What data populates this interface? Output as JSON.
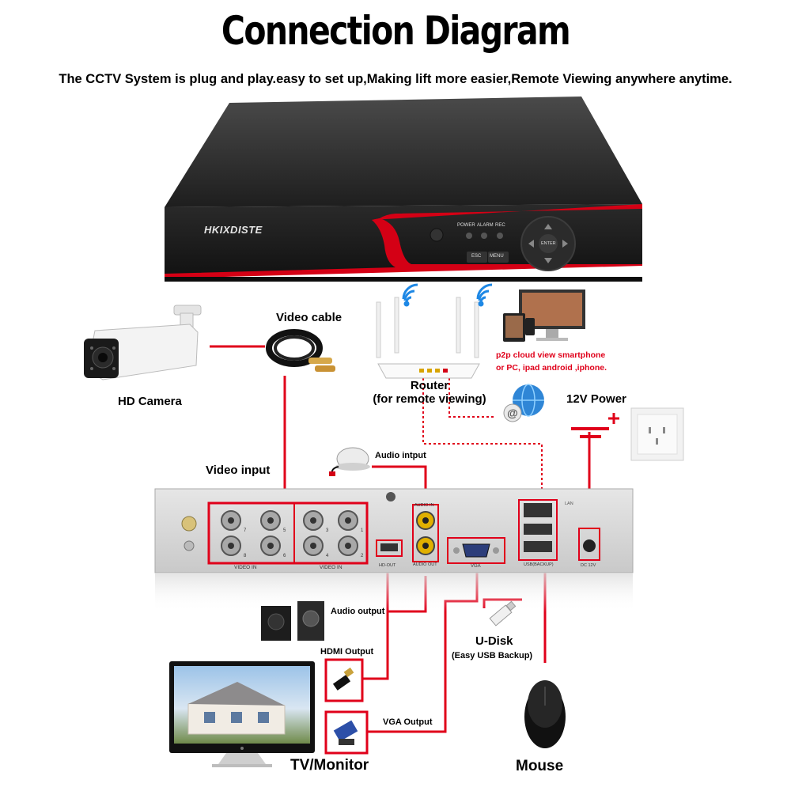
{
  "header": {
    "title": "Connection Diagram",
    "subtitle": "The CCTV System is plug and play.easy to set up,Making lift more easier,Remote Viewing anywhere anytime."
  },
  "dvr_front": {
    "brand": "HKIXDISTE",
    "led_labels": [
      "POWER",
      "ALARM",
      "REC"
    ],
    "buttons": [
      "ESC",
      "MENU"
    ],
    "nav_center": "ENTER"
  },
  "labels": {
    "video_cable": "Video cable",
    "hd_camera": "HD Camera",
    "router_line1": "Router",
    "router_line2": "(for remote viewing)",
    "p2p_line1": "p2p cloud  view smartphone",
    "p2p_line2": "or PC, ipad android ,iphone.",
    "power_12v": "12V Power",
    "video_input": "Video input",
    "audio_input": "Audio intput",
    "audio_output": "Audio output",
    "hdmi_output": "HDMI Output",
    "vga_output": "VGA Output",
    "udisk": "U-Disk",
    "udisk_sub": "(Easy USB Backup)",
    "tv_monitor": "TV/Monitor",
    "mouse": "Mouse"
  },
  "dvr_back": {
    "video_in_left": "VIDEO IN",
    "video_in_right": "VIDEO IN",
    "channel_numbers": [
      "7",
      "5",
      "3",
      "1",
      "8",
      "6",
      "4",
      "2"
    ],
    "audio_in": "AUDIO IN",
    "audio_out": "AUDIO OUT",
    "hd_out": "HD-OUT",
    "vga": "VGA",
    "lan": "LAN",
    "usb": "USB(BACKUP)",
    "dc": "DC 12V"
  },
  "colors": {
    "connection_line": "#e0001a",
    "dvr_body": "#1c1c1c",
    "dvr_back": "#d9d9d9",
    "accent_red": "#d40015"
  }
}
